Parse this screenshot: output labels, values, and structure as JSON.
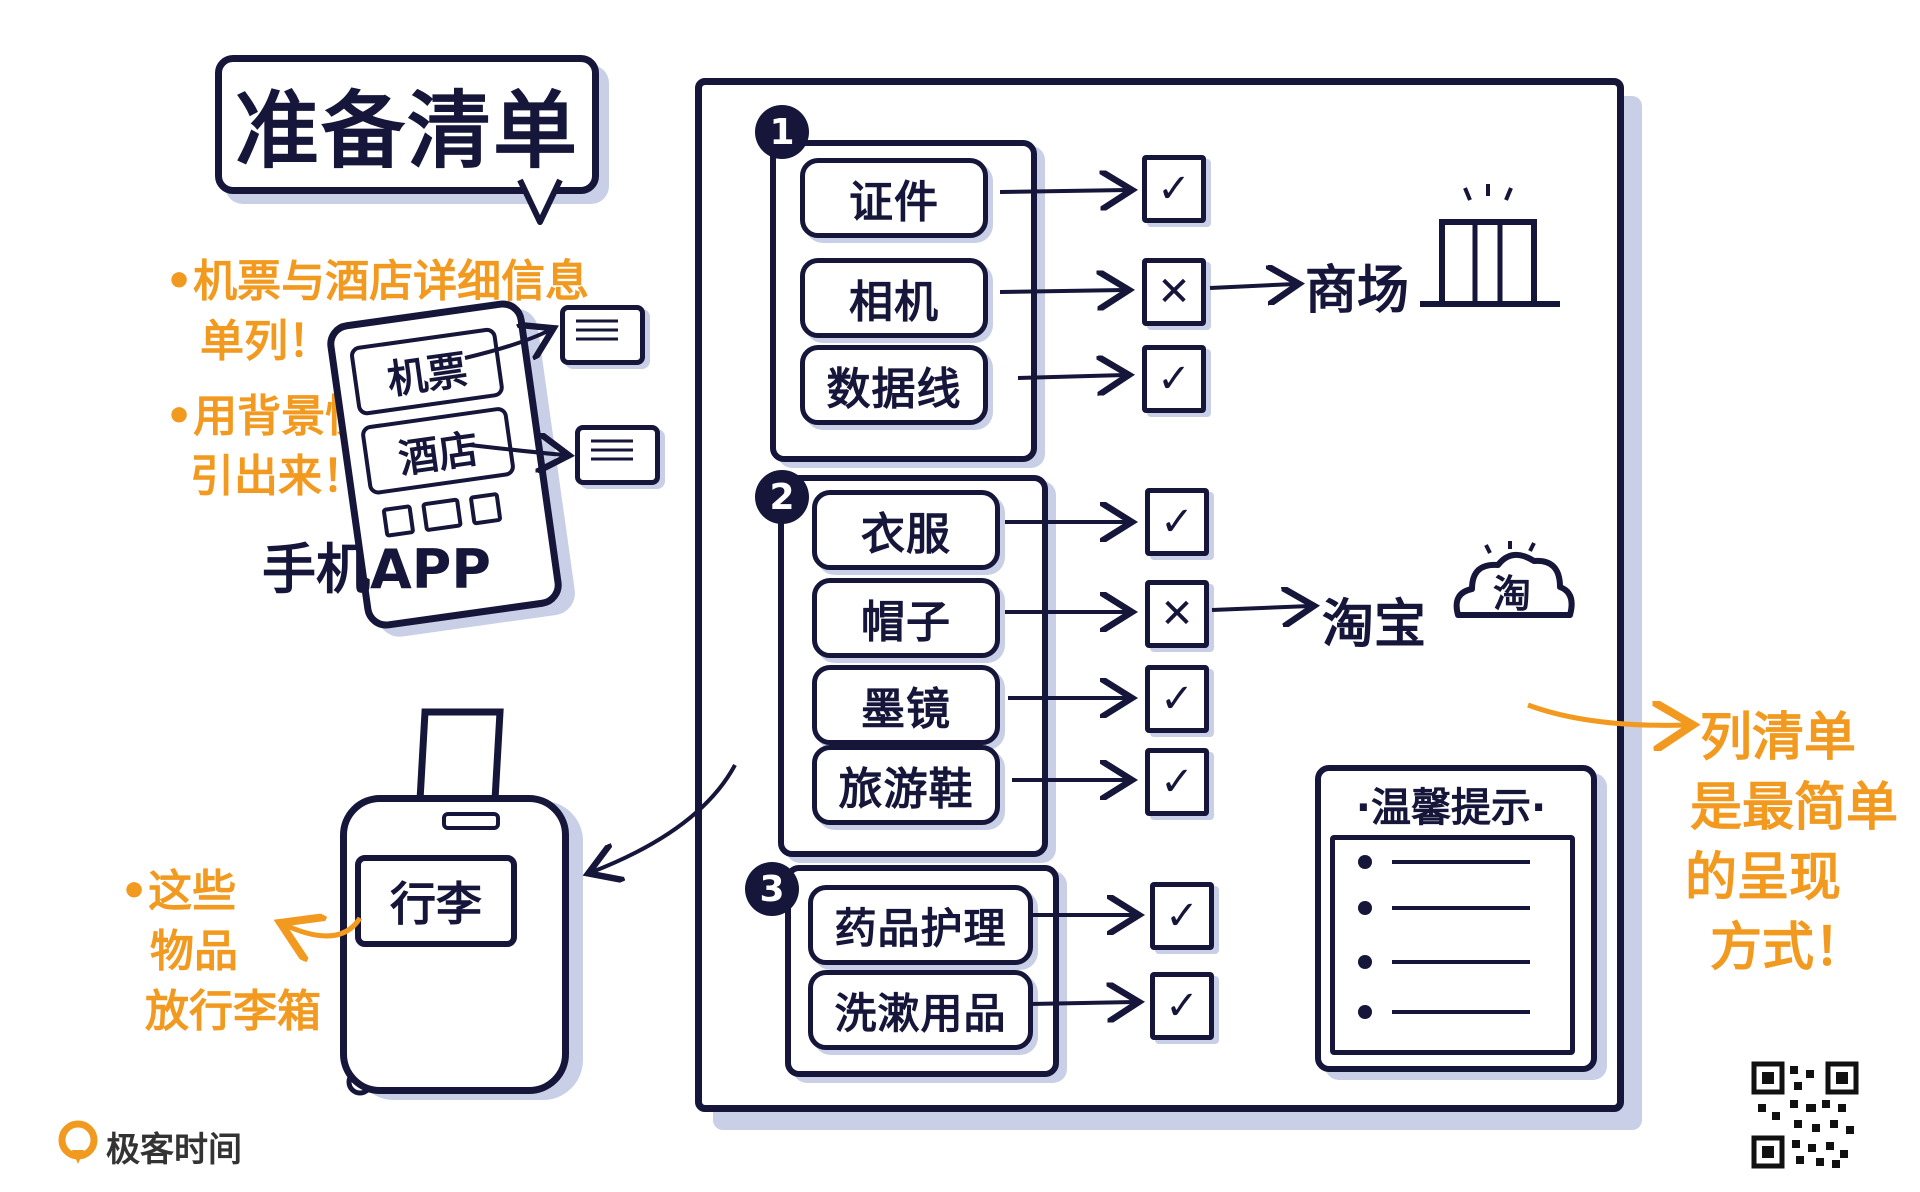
{
  "title": "准备清单",
  "left_notes": {
    "info_line1": "•机票与酒店详细信息",
    "info_line2": "单列！",
    "shortcut_line1": "•用背景快",
    "shortcut_line2": "引出来！"
  },
  "phone": {
    "ticket_label": "机票",
    "hotel_label": "酒店",
    "caption": "手机APP"
  },
  "groups": [
    {
      "number": "1",
      "items": [
        {
          "label": "证件",
          "mark": "✓"
        },
        {
          "label": "相机",
          "mark": "✕",
          "action": "商场"
        },
        {
          "label": "数据线",
          "mark": "✓"
        }
      ]
    },
    {
      "number": "2",
      "items": [
        {
          "label": "衣服",
          "mark": "✓"
        },
        {
          "label": "帽子",
          "mark": "✕",
          "action": "淘宝"
        },
        {
          "label": "墨镜",
          "mark": "✓"
        },
        {
          "label": "旅游鞋",
          "mark": "✓"
        }
      ]
    },
    {
      "number": "3",
      "items": [
        {
          "label": "药品护理",
          "mark": "✓"
        },
        {
          "label": "洗漱用品",
          "mark": "✓"
        }
      ]
    }
  ],
  "taobao_icon_text": "淘",
  "suitcase_label": "行李",
  "suitcase_note": {
    "line1": "•这些",
    "line2": "物品",
    "line3": "放行李箱"
  },
  "tips_title": "·温馨提示·",
  "right_note": {
    "line1": "列清单",
    "line2": "是最简单",
    "line3": "的呈现",
    "line4": "方式！"
  },
  "brand": "极客时间",
  "colors": {
    "ink": "#15163a",
    "shadow": "#c9cfe6",
    "accent": "#f29a1f"
  }
}
